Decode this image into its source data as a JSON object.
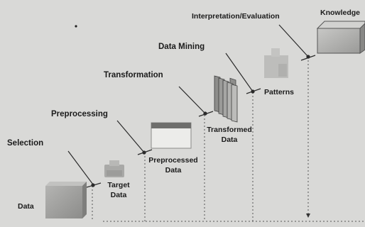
{
  "steps": {
    "selection": "Selection",
    "preprocessing": "Preprocessing",
    "transformation": "Transformation",
    "data_mining": "Data Mining",
    "interpretation": "Interpretation/Evaluation"
  },
  "stages": {
    "data": "Data",
    "target_data_1": "Target",
    "target_data_2": "Data",
    "preprocessed_data_1": "Preprocessed",
    "preprocessed_data_2": "Data",
    "transformed_data_1": "Transformed",
    "transformed_data_2": "Data",
    "patterns": "Patterns",
    "knowledge": "Knowledge"
  }
}
